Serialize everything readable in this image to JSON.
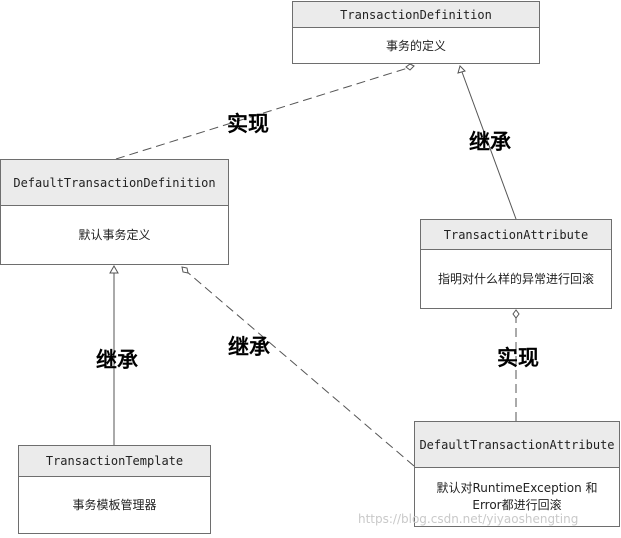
{
  "classes": {
    "transaction_definition": {
      "name": "TransactionDefinition",
      "desc": "事务的定义"
    },
    "default_transaction_definition": {
      "name": "DefaultTransactionDefinition",
      "desc": "默认事务定义"
    },
    "transaction_attribute": {
      "name": "TransactionAttribute",
      "desc": "指明对什么样的异常进行回滚"
    },
    "transaction_template": {
      "name": "TransactionTemplate",
      "desc": "事务模板管理器"
    },
    "default_transaction_attribute": {
      "name": "DefaultTransactionAttribute",
      "desc": "默认对RuntimeException 和 Error都进行回滚"
    }
  },
  "relations": {
    "implements_top": "实现",
    "extends_right": "继承",
    "extends_left": "继承",
    "extends_middle": "继承",
    "implements_right": "实现"
  },
  "watermark": "https://blog.csdn.net/yiyaoshengting",
  "colors": {
    "line": "#555555",
    "header_bg": "#ebebeb",
    "border": "#6e6e6e"
  }
}
